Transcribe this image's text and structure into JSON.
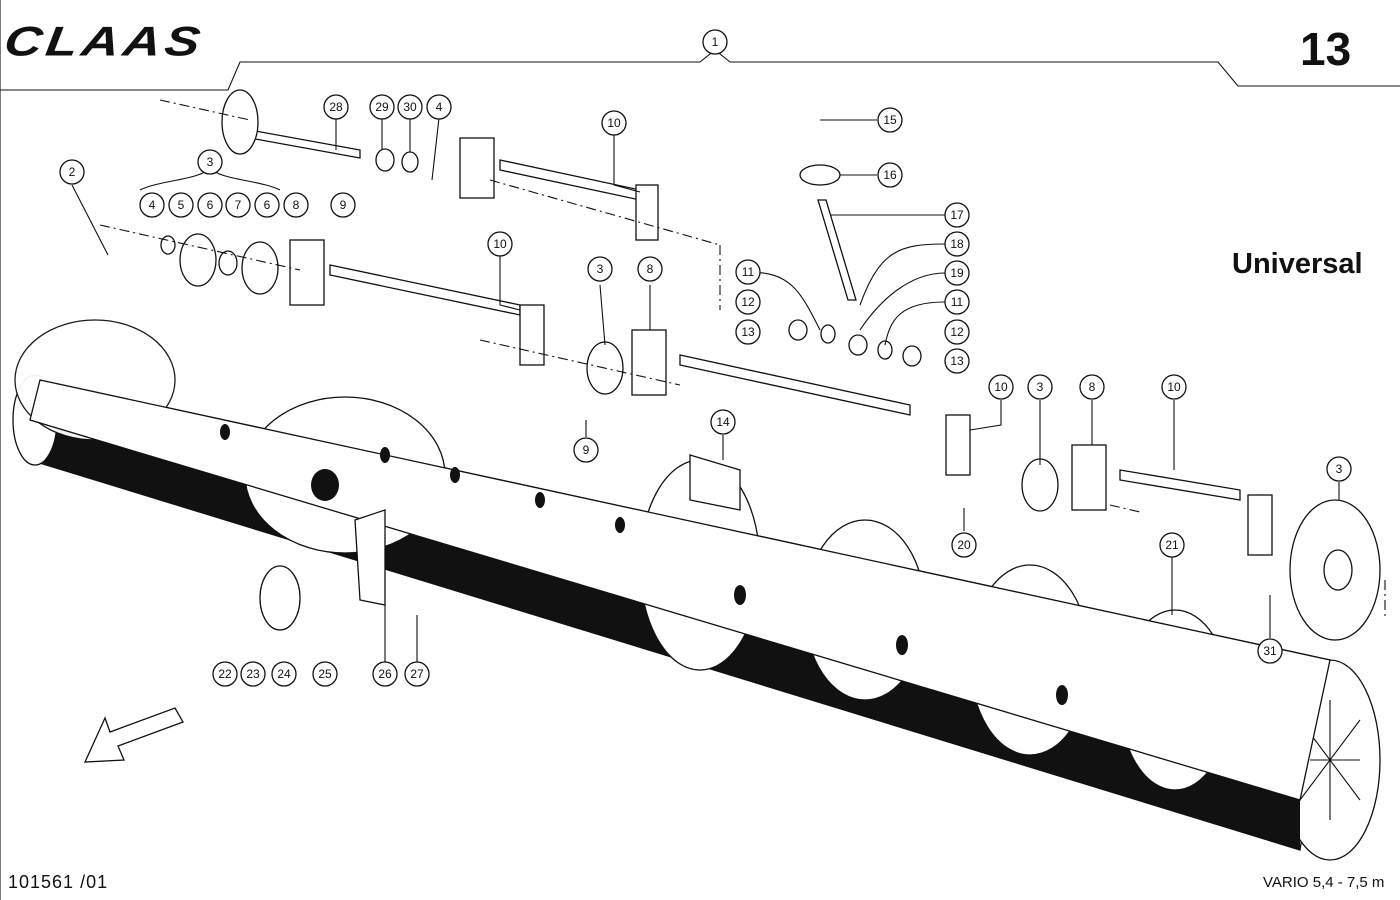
{
  "header": {
    "brand": "CLAAS",
    "page_number": "13",
    "assembly_callout": "1"
  },
  "variant_label": "Universal",
  "footer": {
    "drawing_reference": "101561 /01",
    "model_range": "VARIO 5,4 - 7,5 m"
  },
  "part_callouts": [
    "1",
    "2",
    "3",
    "4",
    "5",
    "6",
    "7",
    "8",
    "9",
    "10",
    "11",
    "12",
    "13",
    "14",
    "15",
    "16",
    "17",
    "18",
    "19",
    "20",
    "21",
    "22",
    "23",
    "24",
    "25",
    "26",
    "27",
    "28",
    "29",
    "30",
    "31"
  ],
  "icons": {
    "direction_arrow": "arrow-down-left-icon"
  }
}
